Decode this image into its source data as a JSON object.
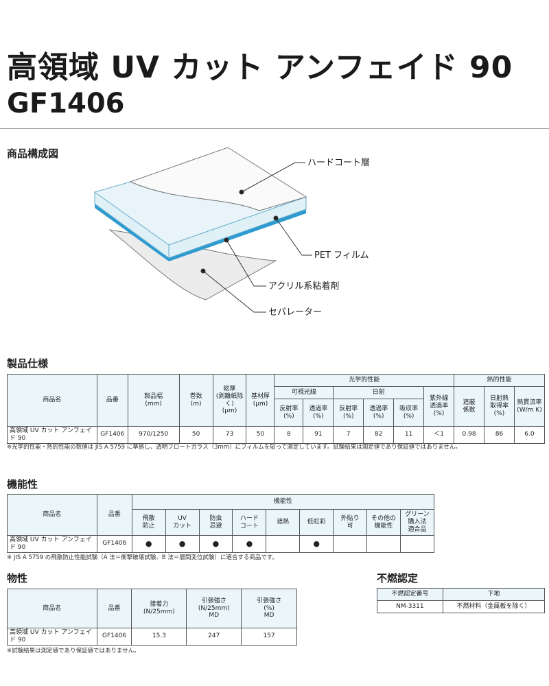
{
  "header": {
    "title": "高領域 UV カット アンフェイド 90",
    "code": "GF1406"
  },
  "composition": {
    "heading": "商品構成図",
    "labels": [
      "ハードコート層",
      "PET フィルム",
      "アクリル系粘着剤",
      "セパレーター"
    ]
  },
  "spec": {
    "heading": "製品仕様",
    "headers": {
      "name": "商品名",
      "part": "品番",
      "width": "製品幅\n(mm)",
      "roll": "巻数\n(m)",
      "total": "総厚\n(剥離紙除く)\n(μm)",
      "base": "基材厚\n(μm)",
      "optical": "光学的性能",
      "visible": "可視光線",
      "solar": "日射",
      "uv": "紫外線\n透過率\n(%)",
      "thermal": "熱的性能",
      "shading": "遮蔽\n係数",
      "heatgain": "日射熱\n取得率\n(%)",
      "uvalue": "熱貫流率\n(W/m K)",
      "refl": "反射率\n(%)",
      "trans": "透過率\n(%)",
      "abs": "吸収率\n(%)"
    },
    "row": {
      "name": "高領域 UV カット アンフェイド 90",
      "part": "GF1406",
      "width": "970/1250",
      "roll": "50",
      "total": "73",
      "base": "50",
      "vis_refl": "8",
      "vis_trans": "91",
      "sol_refl": "7",
      "sol_trans": "82",
      "sol_abs": "11",
      "uv": "＜1",
      "shading": "0.98",
      "heatgain": "86",
      "uvalue": "6.0"
    },
    "note": "※光学的性能・熱的性能の数値は JIS A 5759 に準拠し、透明フロートガラス（3mm）にフィルムを貼って測定しています。試験結果は測定値であり保証値ではありません。"
  },
  "function": {
    "heading": "機能性",
    "headers": {
      "name": "商品名",
      "part": "品番",
      "group": "機能性",
      "cols": [
        "飛散\n防止",
        "UV\nカット",
        "防虫\n忌避",
        "ハード\nコート",
        "遮熱",
        "低虹彩",
        "外貼り\n可",
        "その他の\n機能性",
        "グリーン\n購入法\n適合品"
      ]
    },
    "row": {
      "name": "高領域 UV カット アンフェイド 90",
      "part": "GF1406",
      "marks": [
        "●",
        "●",
        "●",
        "●",
        "",
        "●",
        "",
        "",
        ""
      ]
    },
    "note": "※ JIS A 5759 の飛散防止性能試験（A 法＝衝撃破壊試験、B 法＝層間変位試験）に適合する商品です。"
  },
  "physical": {
    "heading": "物性",
    "headers": {
      "name": "商品名",
      "part": "品番",
      "adhesion": "接着力\n(N/25mm)",
      "tensile": "引張強さ\n(N/25mm)\nMD",
      "elong": "引張強さ\n(%)\nMD"
    },
    "row": {
      "name": "高領域 UV カット アンフェイド 90",
      "part": "GF1406",
      "adhesion": "15.3",
      "tensile": "247",
      "elong": "157"
    },
    "note": "※試験結果は測定値であり保証値ではありません。"
  },
  "fireproof": {
    "heading": "不燃認定",
    "headers": {
      "number": "不燃認定番号",
      "base": "下地"
    },
    "row": {
      "number": "NM-3311",
      "base": "不燃材料（金属板を除く）"
    }
  },
  "colors": {
    "hardcoat": "#dff0f7",
    "pet": "#2e9bd0",
    "separator": "#ececec"
  }
}
